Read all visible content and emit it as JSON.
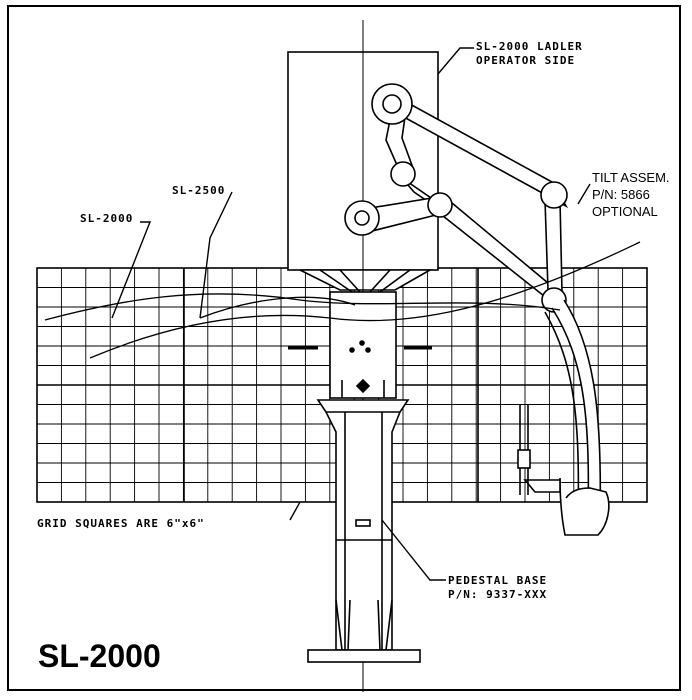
{
  "labels": {
    "ladler": [
      "SL-2000 LADLER",
      "OPERATOR SIDE"
    ],
    "tilt": [
      "TILT ASSEM.",
      "P/N: 5866",
      "OPTIONAL"
    ],
    "sl2500": "SL-2500",
    "sl2000_callout": "SL-2000",
    "grid_note": "GRID SQUARES ARE 6\"x6\"",
    "pedestal": [
      "PEDESTAL BASE",
      "P/N: 9337-XXX"
    ],
    "model": "SL-2000"
  },
  "colors": {
    "ink": "#000000",
    "paper": "#ffffff"
  }
}
